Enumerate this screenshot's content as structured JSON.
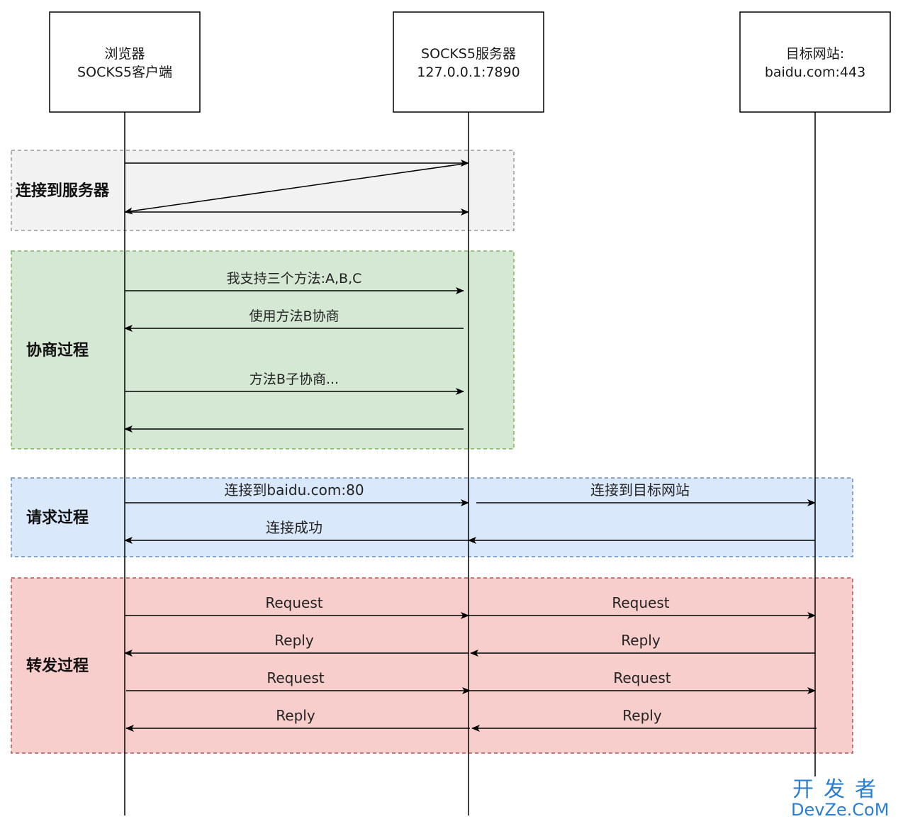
{
  "actors": [
    {
      "id": "client",
      "line1": "浏览器",
      "line2": "SOCKS5客户端"
    },
    {
      "id": "server",
      "line1": "SOCKS5服务器",
      "line2": "127.0.0.1:7890"
    },
    {
      "id": "target",
      "line1": "目标网站:",
      "line2": "baidu.com:443"
    }
  ],
  "groups": [
    {
      "id": "connect",
      "label": "连接到服务器",
      "fill": "#f2f2f2",
      "stroke": "#999999"
    },
    {
      "id": "negotiate",
      "label": "协商过程",
      "fill": "#d5e8d4",
      "stroke": "#82b366"
    },
    {
      "id": "request",
      "label": "请求过程",
      "fill": "#dae8fc",
      "stroke": "#6c8ebf"
    },
    {
      "id": "forward",
      "label": "转发过程",
      "fill": "#f8cecc",
      "stroke": "#b85450"
    }
  ],
  "messages": {
    "neg_methods": "我支持三个方法:A,B,C",
    "neg_choose": "使用方法B协商",
    "neg_sub": "方法B子协商...",
    "req_connect_baidu": "连接到baidu.com:80",
    "req_connect_target": "连接到目标网站",
    "req_success": "连接成功",
    "fwd_request_1a": "Request",
    "fwd_request_1b": "Request",
    "fwd_reply_1a": "Reply",
    "fwd_reply_1b": "Reply",
    "fwd_request_2a": "Request",
    "fwd_request_2b": "Request",
    "fwd_reply_2a": "Reply",
    "fwd_reply_2b": "Reply"
  },
  "watermark": {
    "line1": "开发者",
    "line2": "DevZe.CoM",
    "color": "#2a7fd0"
  }
}
